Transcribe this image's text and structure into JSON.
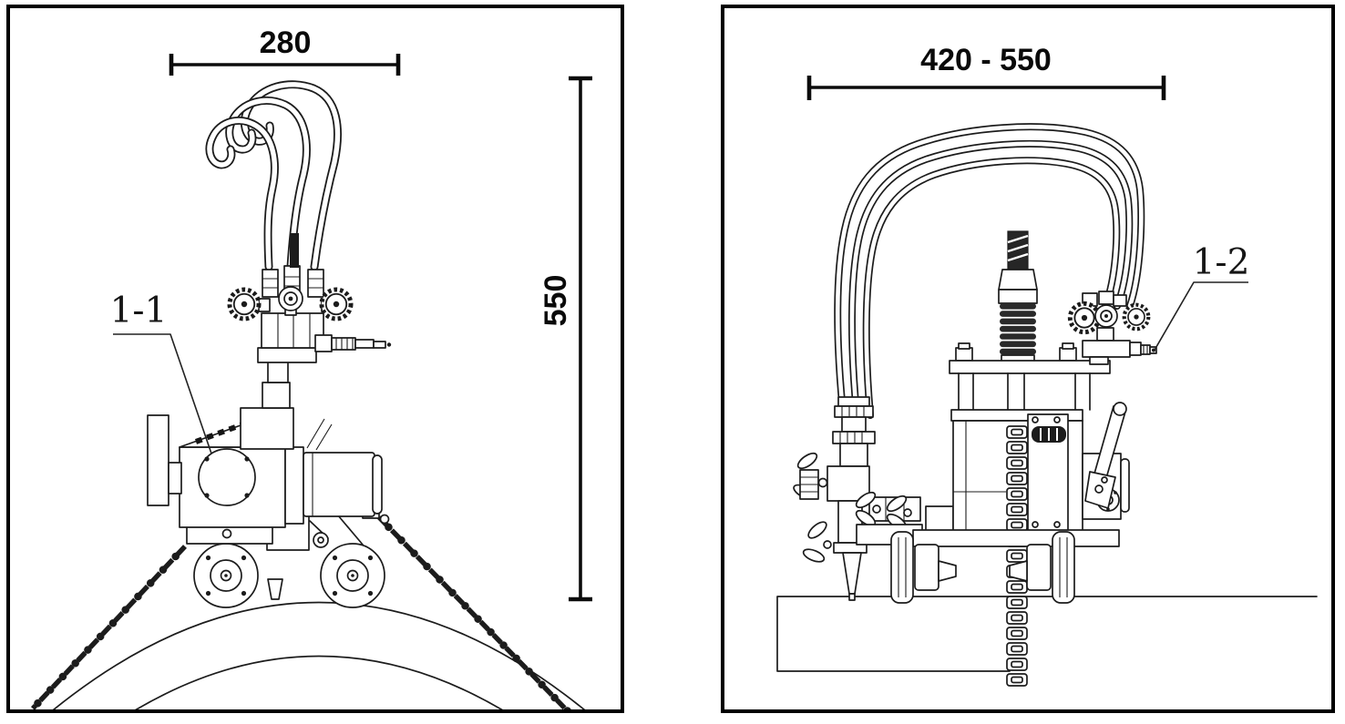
{
  "page": {
    "background": "#ffffff"
  },
  "colors": {
    "line": "#1c1c1c",
    "panel_border": "#000000",
    "background": "#ffffff"
  },
  "panels": {
    "left": {
      "view": "front view of pipe gas cutting machine on pipe with chains",
      "dimensions": {
        "width": "280",
        "height": "550"
      },
      "callout": "1-1"
    },
    "right": {
      "view": "side view of pipe gas cutting machine on workpiece edge",
      "dimensions": {
        "width": "420 - 550"
      },
      "callout": "1-2"
    }
  }
}
